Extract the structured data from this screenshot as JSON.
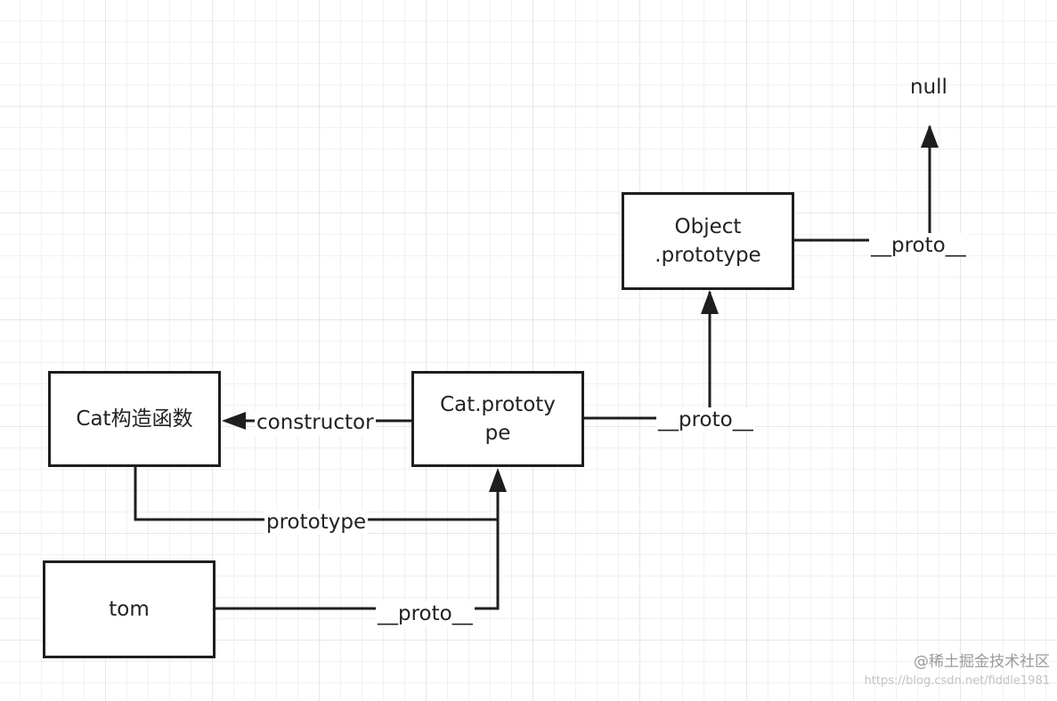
{
  "nodes": {
    "object_prototype": {
      "line1": "Object",
      "line2": ".prototype"
    },
    "cat_constructor": {
      "label": "Cat构造函数"
    },
    "cat_prototype": {
      "line1": "Cat.prototy",
      "line2": "pe"
    },
    "tom": {
      "label": "tom"
    }
  },
  "edges": {
    "object_to_null": "__proto__",
    "cat_prototype_to_object": "__proto__",
    "cat_prototype_constructor": "constructor",
    "cat_constructor_prototype": "prototype",
    "tom_to_cat_prototype": "__proto__"
  },
  "labels": {
    "null": "null"
  },
  "watermark": {
    "text": "@稀土掘金技术社区",
    "url": "https://blog.csdn.net/fiddle1981"
  },
  "colors": {
    "stroke": "#1e1e1e",
    "text": "#222222",
    "grid": "#e7e7e7",
    "watermark": "#9a9a9a"
  }
}
